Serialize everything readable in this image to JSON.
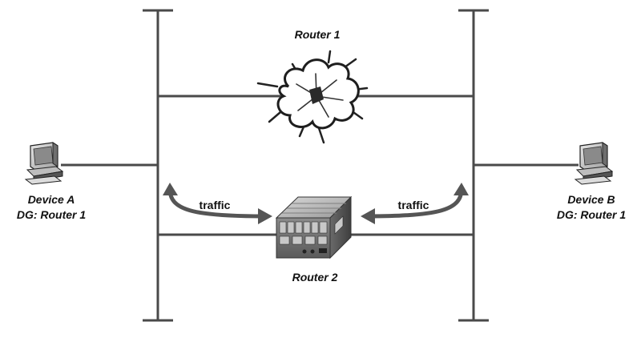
{
  "labels": {
    "router1": "Router 1",
    "router2": "Router 2",
    "device_a_name": "Device A",
    "device_a_dg": "DG: Router 1",
    "device_b_name": "Device B",
    "device_b_dg": "DG: Router 1",
    "traffic_left": "traffic",
    "traffic_right": "traffic"
  },
  "colors": {
    "line": "#4a4a4a",
    "router_body": "#7a7a7a"
  },
  "icons": {
    "router1": "explosion-icon",
    "router2": "router-chassis-icon",
    "device_a": "computer-icon",
    "device_b": "computer-icon"
  }
}
